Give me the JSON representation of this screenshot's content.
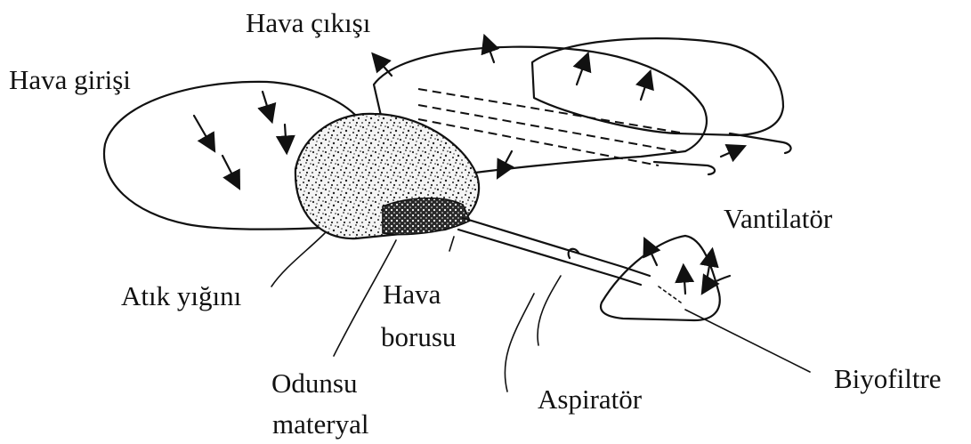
{
  "labels": {
    "air_outlet": "Hava çıkışı",
    "air_inlet": "Hava girişi",
    "fan": "Vantilatör",
    "waste_pile": "Atık yığını",
    "air_pipe_line1": "Hava",
    "air_pipe_line2": "borusu",
    "woody_line1": "Odunsu",
    "woody_line2": "materyal",
    "aspirator": "Aspiratör",
    "biofilter": "Biyofiltre"
  }
}
